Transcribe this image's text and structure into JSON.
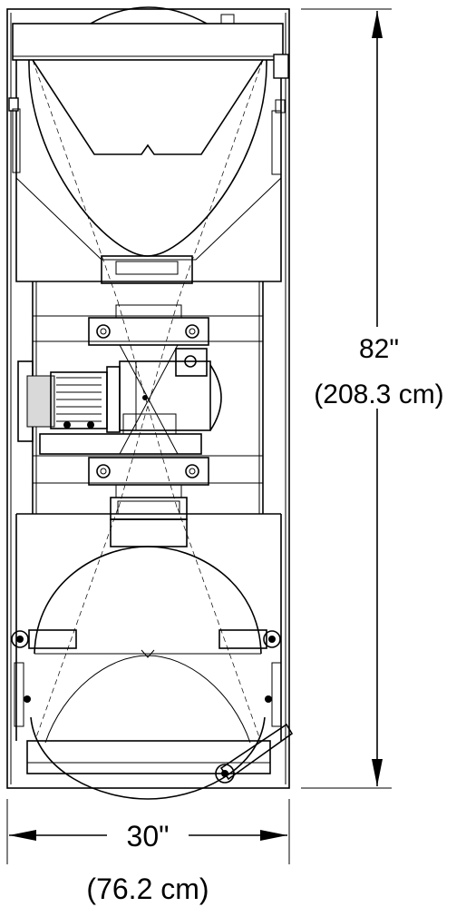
{
  "dimensions": {
    "height": {
      "imperial": "82\"",
      "metric": "(208.3 cm)"
    },
    "width": {
      "imperial": "30\"",
      "metric": "(76.2 cm)"
    }
  },
  "colors": {
    "line": "#000000",
    "background": "#ffffff",
    "shade": "#d9d9d9"
  }
}
